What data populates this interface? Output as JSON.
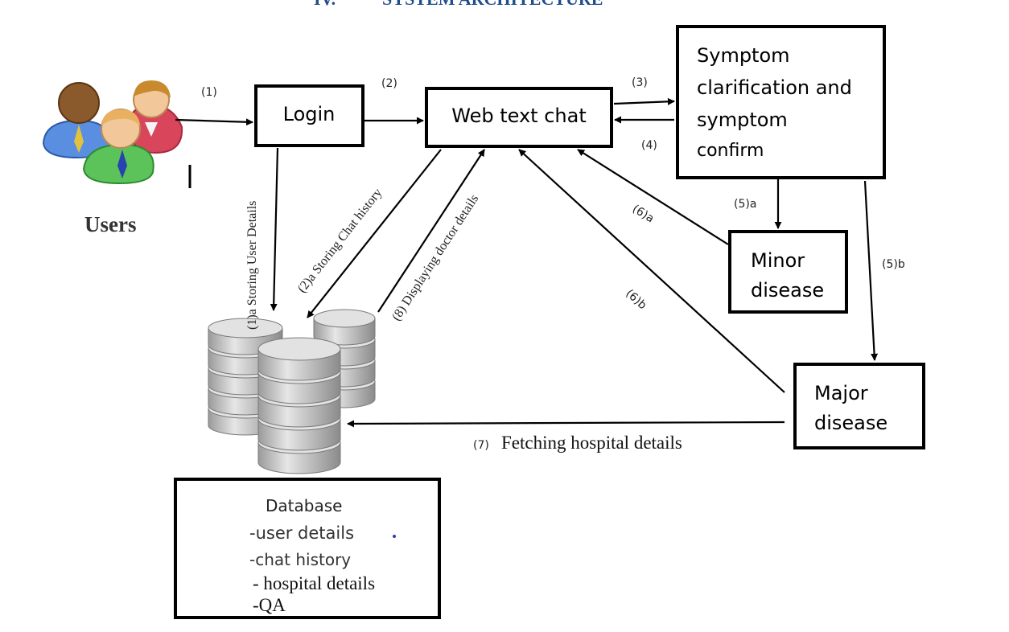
{
  "heading": {
    "number": "IV.",
    "title": "SYSTEM ARCHITECTURE"
  },
  "actor": {
    "label": "Users",
    "icon": "users-group-icon"
  },
  "nodes": {
    "login": "Login",
    "web_chat": "Web text chat",
    "symptom": [
      "Symptom",
      "clarification and",
      "symptom",
      "confirm"
    ],
    "minor": [
      "Minor",
      "disease"
    ],
    "major": [
      "Major",
      "disease"
    ]
  },
  "database": {
    "icon": "database-stack-icon",
    "title": "Database",
    "items": [
      "-user details",
      "-chat history",
      "- hospital details",
      "-QA"
    ]
  },
  "edges": {
    "e1": "(1)",
    "e2": "(2)",
    "e3": "(3)",
    "e4": "(4)",
    "e5a": "(5)a",
    "e5b": "(5)b",
    "e6a": "(6)a",
    "e6b": "(6)b",
    "e1a": "(1)a   Storing User  Details",
    "e2a": "(2)a Storing Chat history",
    "e8": "(8) Displaying doctor details",
    "e7_num": "(7)",
    "e7_text": "Fetching hospital details"
  },
  "colors": {
    "heading": "#1f4e8c",
    "stroke": "#000000",
    "db_fill": "#cfcfcf",
    "db_dark": "#8c8c8c"
  }
}
